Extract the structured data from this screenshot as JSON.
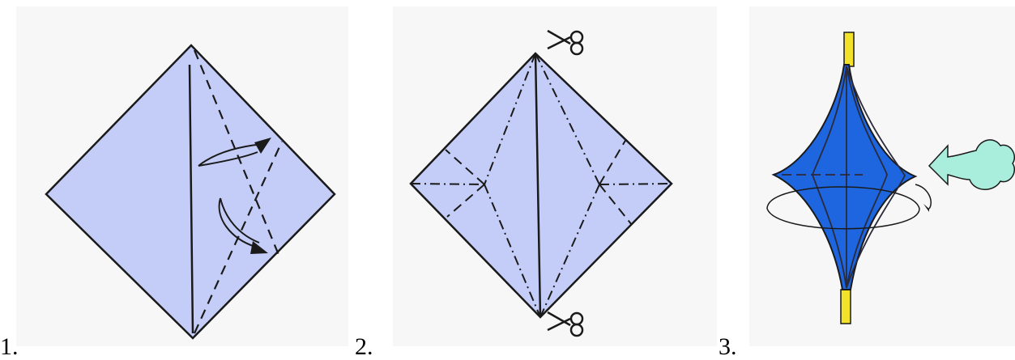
{
  "steps": [
    {
      "label": "1."
    },
    {
      "label": "2."
    },
    {
      "label": "3."
    }
  ],
  "colors": {
    "paper_light": "#c4cdf7",
    "paper_blue": "#1d66df",
    "tab_yellow": "#f2e22a",
    "puff_green": "#a9eedc",
    "outline": "#1a1a1a"
  },
  "icons": {
    "cut_mark": "scissors-icon",
    "inflate": "breath-puff-icon",
    "rotate": "rotate-arrow-icon"
  }
}
